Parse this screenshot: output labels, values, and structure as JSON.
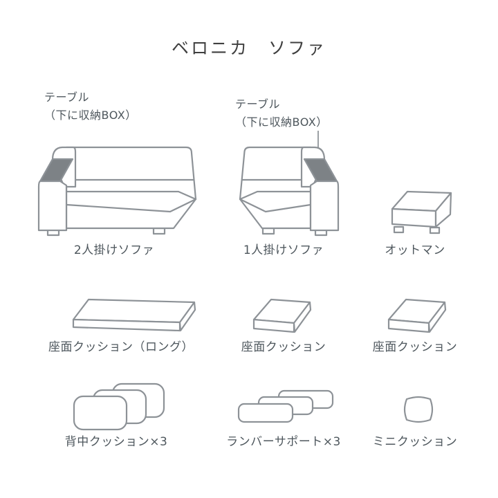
{
  "title": "ベロニカ　ソファ",
  "annotations": {
    "two_seater_table": {
      "line1": "テーブル",
      "line2": "（下に収納BOX）"
    },
    "one_seater_table": {
      "line1": "テーブル",
      "line2": "（下に収納BOX）"
    }
  },
  "items": [
    {
      "id": "two-seater-sofa",
      "label": "2人掛けソファ"
    },
    {
      "id": "one-seater-sofa",
      "label": "1人掛けソファ"
    },
    {
      "id": "ottoman",
      "label": "オットマン"
    },
    {
      "id": "seat-cushion-long",
      "label": "座面クッション（ロング）"
    },
    {
      "id": "seat-cushion-center",
      "label": "座面クッション"
    },
    {
      "id": "seat-cushion-right",
      "label": "座面クッション"
    },
    {
      "id": "back-cushions",
      "label": "背中クッション×3"
    },
    {
      "id": "lumbar-supports",
      "label": "ランバーサポート×3"
    },
    {
      "id": "mini-cushion",
      "label": "ミニクッション"
    }
  ],
  "colors": {
    "background": "#ffffff",
    "title_text": "#3f3f3f",
    "label_text": "#4d565c",
    "line_art": "#8d9297",
    "table_fill": "#7d8286",
    "leader_line": "#9ba0a4"
  }
}
